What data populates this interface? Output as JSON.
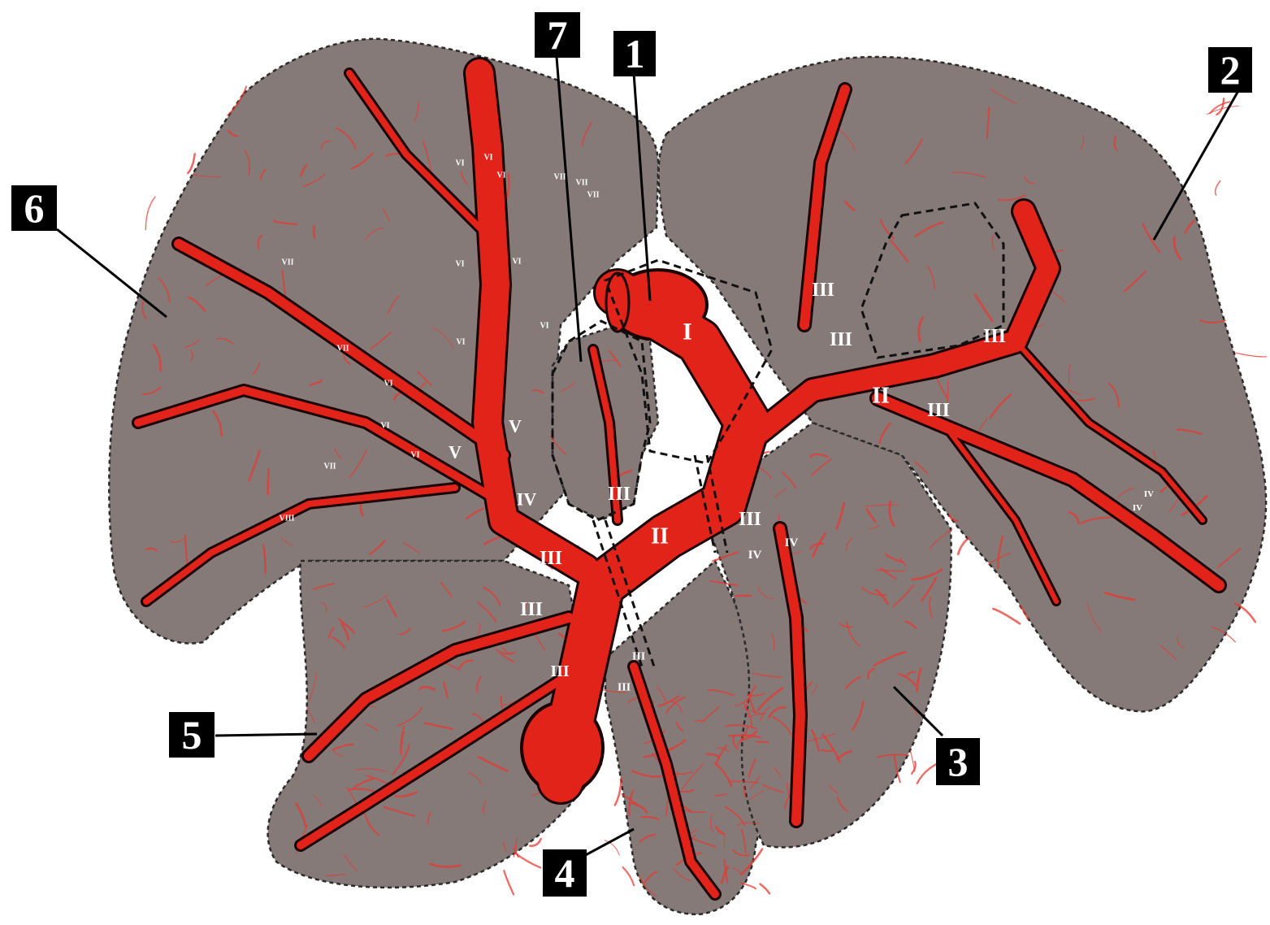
{
  "colors": {
    "tissue": "#857a78",
    "vessel": "#e2231a",
    "vessel_fine": "#e53a32",
    "vessel_outline": "#1a0000",
    "label_box": "#000000",
    "label_text": "#ffffff"
  },
  "region_labels": [
    "1",
    "2",
    "3",
    "4",
    "5",
    "6",
    "7"
  ],
  "generation_labels": {
    "major": [
      "I",
      "II",
      "II",
      "III",
      "III",
      "III",
      "III",
      "III",
      "III",
      "III",
      "III",
      "III",
      "III",
      "IV",
      "V",
      "V"
    ],
    "small": [
      "III",
      "III",
      "IV",
      "IV",
      "IV",
      "IV",
      "VI",
      "VI",
      "VI",
      "VI",
      "VI",
      "VI",
      "VI",
      "VI",
      "VI",
      "VI",
      "VII",
      "VII",
      "VII",
      "VII",
      "VII",
      "VII",
      "VIII"
    ]
  }
}
